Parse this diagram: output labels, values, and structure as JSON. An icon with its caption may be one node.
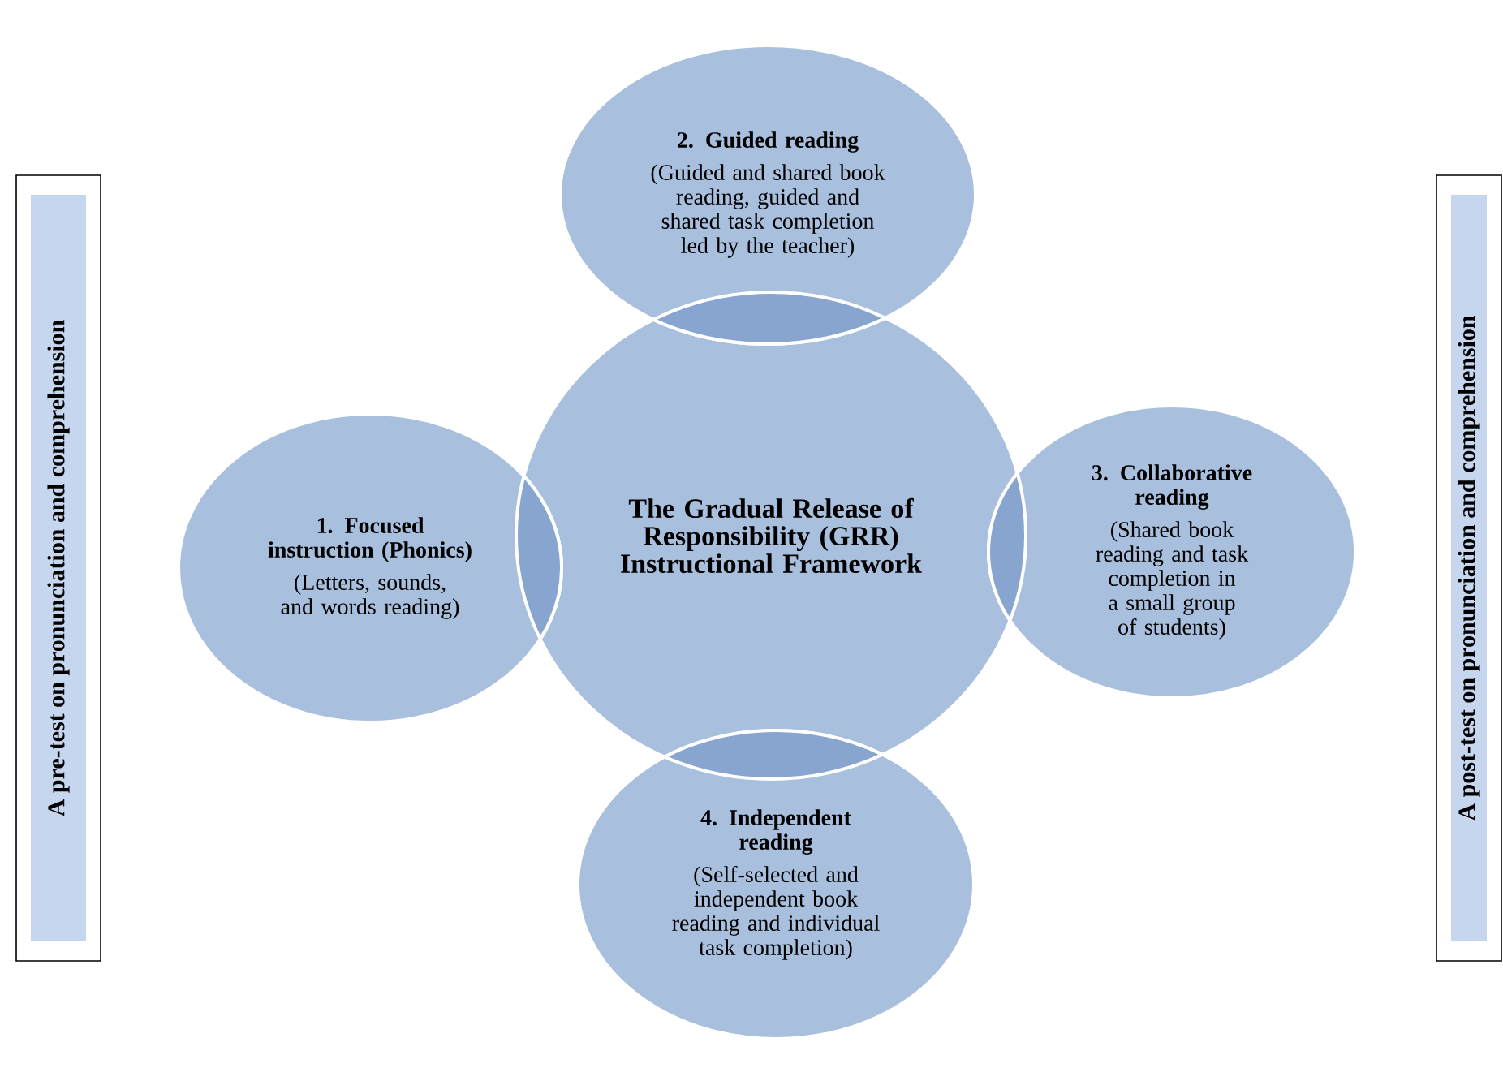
{
  "diagram": {
    "nodes": [
      {
        "text": [
          "A pre-test on pronunciation and comprehension"
        ]
      },
      {
        "text": [
          "The Gradual Release of Responsibility (GRR) Instructional Framework"
        ]
      },
      {
        "text": [
          "1. Focused instruction (Phonics)",
          "(Letters, sounds, and words reading)"
        ]
      },
      {
        "text": [
          "2. Guided reading",
          "(Guided and shared book reading, guided and shared task completion led by the teacher)"
        ]
      },
      {
        "text": [
          "3. Collaborative reading",
          "(Shared book reading and task completion in a small group of students)"
        ]
      },
      {
        "text": [
          "4. Independent reading",
          "(Self-selected and independent book reading and individual task completion)"
        ]
      },
      {
        "text": [
          "A post-test on pronunciation and comprehension"
        ]
      }
    ]
  }
}
